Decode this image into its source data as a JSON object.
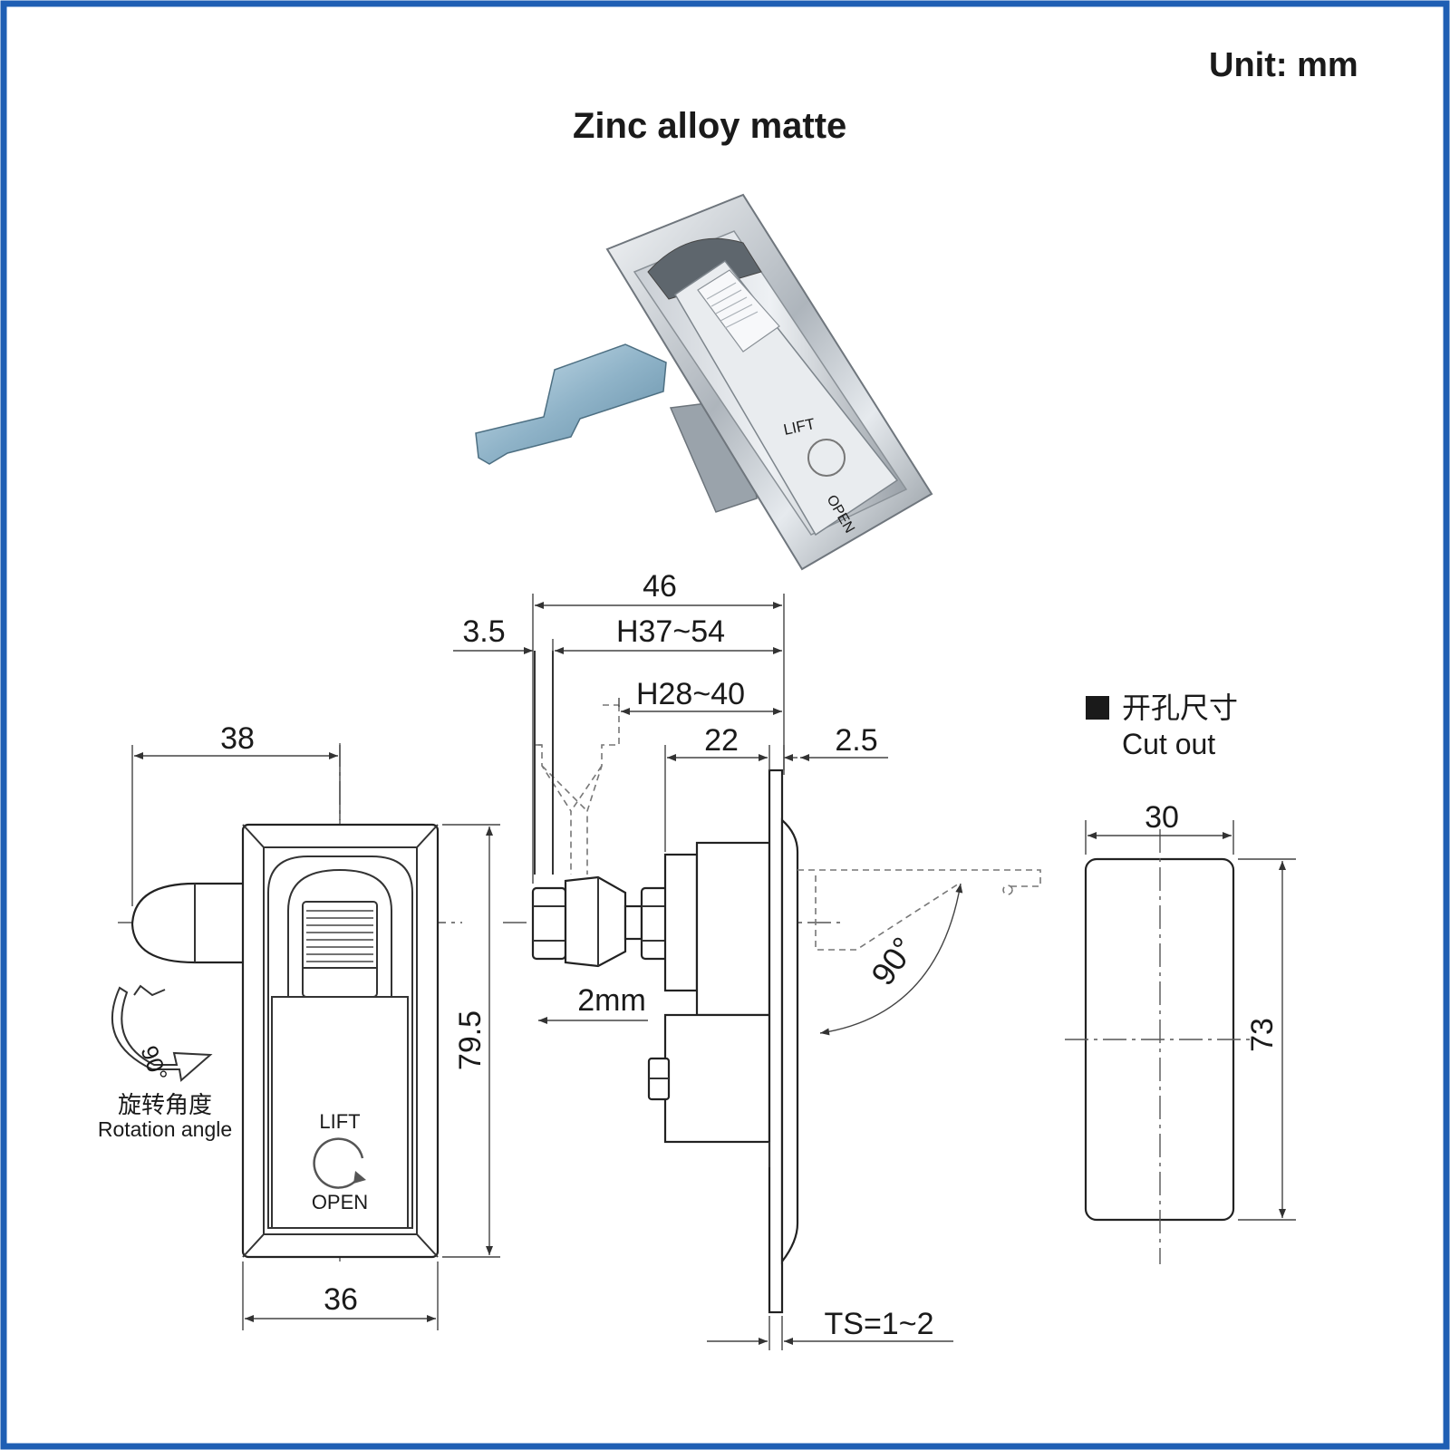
{
  "unit_label": "Unit:  mm",
  "title": "Zinc alloy matte",
  "front_view": {
    "width_dim": "36",
    "offset_dim": "38",
    "height_dim": "79.5",
    "lift_text": "LIFT",
    "open_text": "OPEN",
    "rotation_angle_text": "90°",
    "rotation_label_cn": "旋转角度",
    "rotation_label_en": "Rotation angle"
  },
  "side_view": {
    "dim_46": "46",
    "dim_3_5": "3.5",
    "dim_h37_54": "H37~54",
    "dim_h28_40": "H28~40",
    "dim_22": "22",
    "dim_2_5": "2.5",
    "dim_2mm": "2mm",
    "cam_angle": "90°",
    "panel_thickness": "TS=1~2"
  },
  "cutout": {
    "heading_cn": "开孔尺寸",
    "heading_en": "Cut out",
    "width_dim": "30",
    "height_dim": "73"
  },
  "colors": {
    "border": "#1f5fb4",
    "line": "#333333"
  }
}
